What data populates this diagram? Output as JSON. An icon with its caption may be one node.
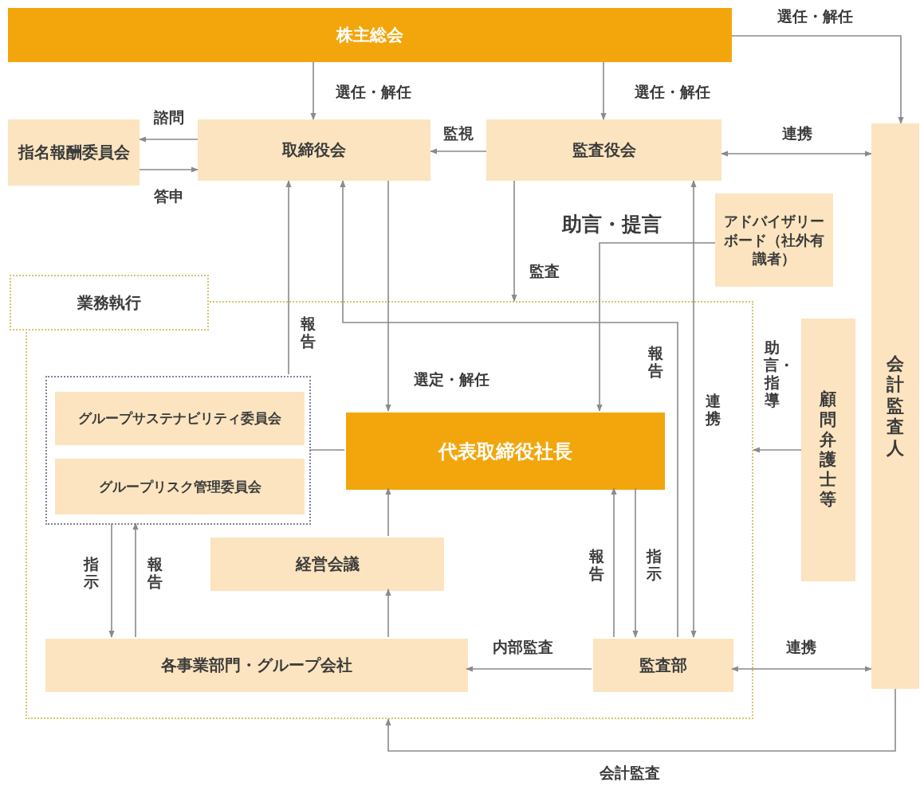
{
  "diagram": {
    "nodes": [
      {
        "text": [
          "株主総会"
        ]
      },
      {
        "text": [
          "指名報酬委員会"
        ]
      },
      {
        "text": [
          "取締役会"
        ]
      },
      {
        "text": [
          "監査役会"
        ]
      },
      {
        "text": [
          "会計監査人"
        ]
      },
      {
        "text": [
          "アドバイザリーボード（社外有識者）"
        ]
      },
      {
        "text": [
          "業務執行"
        ]
      },
      {
        "text": [],
        "shape": "box",
        "in": 6
      },
      {
        "text": [
          "グループサステナビリティ委員会"
        ],
        "in": 7
      },
      {
        "text": [
          "グループリスク管理委員会"
        ],
        "in": 7
      },
      {
        "text": [
          "代表取締役社長"
        ],
        "in": 6
      },
      {
        "text": [
          "経営会議"
        ],
        "in": 6
      },
      {
        "text": [
          "各事業部門・グループ会社"
        ],
        "in": 6
      },
      {
        "text": [
          "監査部"
        ],
        "in": 6
      },
      {
        "text": [
          "顧問弁護士等"
        ]
      }
    ],
    "edges": [
      {
        "from": 0,
        "to": 2,
        "arrow": "to",
        "label": "選任・解任"
      },
      {
        "from": 0,
        "to": 3,
        "arrow": "to",
        "label": "選任・解任"
      },
      {
        "from": 0,
        "to": 4,
        "arrow": "to",
        "label": "選任・解任"
      },
      {
        "from": 2,
        "to": 1,
        "arrow": "to",
        "label": "諮問"
      },
      {
        "from": 1,
        "to": 2,
        "arrow": "to",
        "label": "答申"
      },
      {
        "from": 3,
        "to": 2,
        "arrow": "to",
        "label": "監視"
      },
      {
        "from": 3,
        "to": 4,
        "arrow": "both",
        "label": "連携"
      },
      {
        "from": 3,
        "to": 6,
        "arrow": "to",
        "label": "監査"
      },
      {
        "from": 5,
        "to": 10,
        "arrow": "to",
        "label": "助言・提言"
      },
      {
        "from": 7,
        "to": 2,
        "arrow": "to",
        "label": "報告"
      },
      {
        "from": 2,
        "to": 10,
        "arrow": "to",
        "label": "選定・解任"
      },
      {
        "from": 13,
        "to": 2,
        "arrow": "to",
        "label": "報告"
      },
      {
        "from": 13,
        "to": 3,
        "arrow": "both",
        "label": "連携"
      },
      {
        "from": 14,
        "to": 6,
        "arrow": "to",
        "label": "助言・指導"
      },
      {
        "from": 7,
        "to": 10,
        "arrow": "none"
      },
      {
        "from": 7,
        "to": 12,
        "arrow": "to",
        "label": "指示"
      },
      {
        "from": 12,
        "to": 7,
        "arrow": "to",
        "label": "報告"
      },
      {
        "from": 12,
        "to": 11,
        "arrow": "to"
      },
      {
        "from": 11,
        "to": 10,
        "arrow": "to"
      },
      {
        "from": 13,
        "to": 10,
        "arrow": "to",
        "label": "報告"
      },
      {
        "from": 10,
        "to": 13,
        "arrow": "to",
        "label": "指示"
      },
      {
        "from": 13,
        "to": 12,
        "arrow": "to",
        "label": "内部監査"
      },
      {
        "from": 13,
        "to": 4,
        "arrow": "both",
        "label": "連携"
      },
      {
        "from": 4,
        "to": 6,
        "arrow": "to",
        "label": "会計監査"
      }
    ]
  }
}
